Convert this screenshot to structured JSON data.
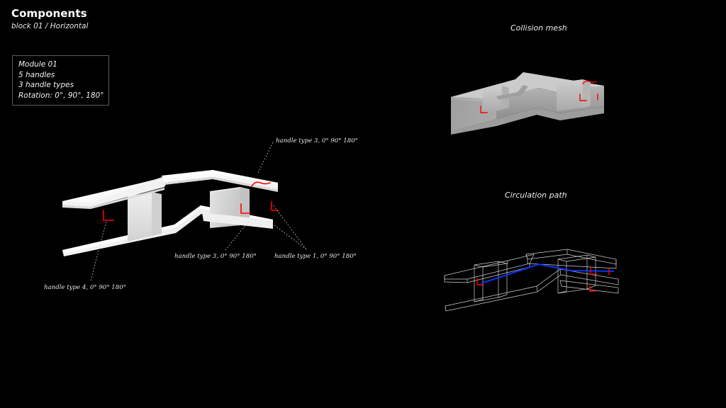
{
  "header": {
    "title": "Components",
    "subtitle": "block 01 / Horizontal"
  },
  "infobox": {
    "lines": [
      "Module 01",
      "5 handles",
      "3 handle types",
      "Rotation: 0°, 90°, 180°"
    ]
  },
  "panels": {
    "collision_mesh_caption": "Collision mesh",
    "circulation_path_caption": "Circulation path"
  },
  "annotations": [
    {
      "label": "handle type 3, 0° 90° 180°"
    },
    {
      "label": "handle type 3, 0° 90° 180°"
    },
    {
      "label": "handle type 1, 0° 90° 180°"
    },
    {
      "label": "handle type 4, 0° 90° 180°"
    }
  ],
  "colors": {
    "background": "#000000",
    "text": "#ffffff",
    "handle_marker": "#ff0000",
    "circulation_line": "#0b32f0",
    "wireframe": "#d8d8d8",
    "mesh_light": "#ffffff",
    "mesh_shade": "#d6d6d6",
    "collision_mesh": "#a8a8a8",
    "infobox_border": "#5a5a5a",
    "leader_line": "#c8c8c8"
  },
  "viewport": {
    "model_name": "main-model-viewport",
    "handle_count": 5,
    "handle_type_count": 3,
    "rotations": "0°, 90°, 180°"
  }
}
